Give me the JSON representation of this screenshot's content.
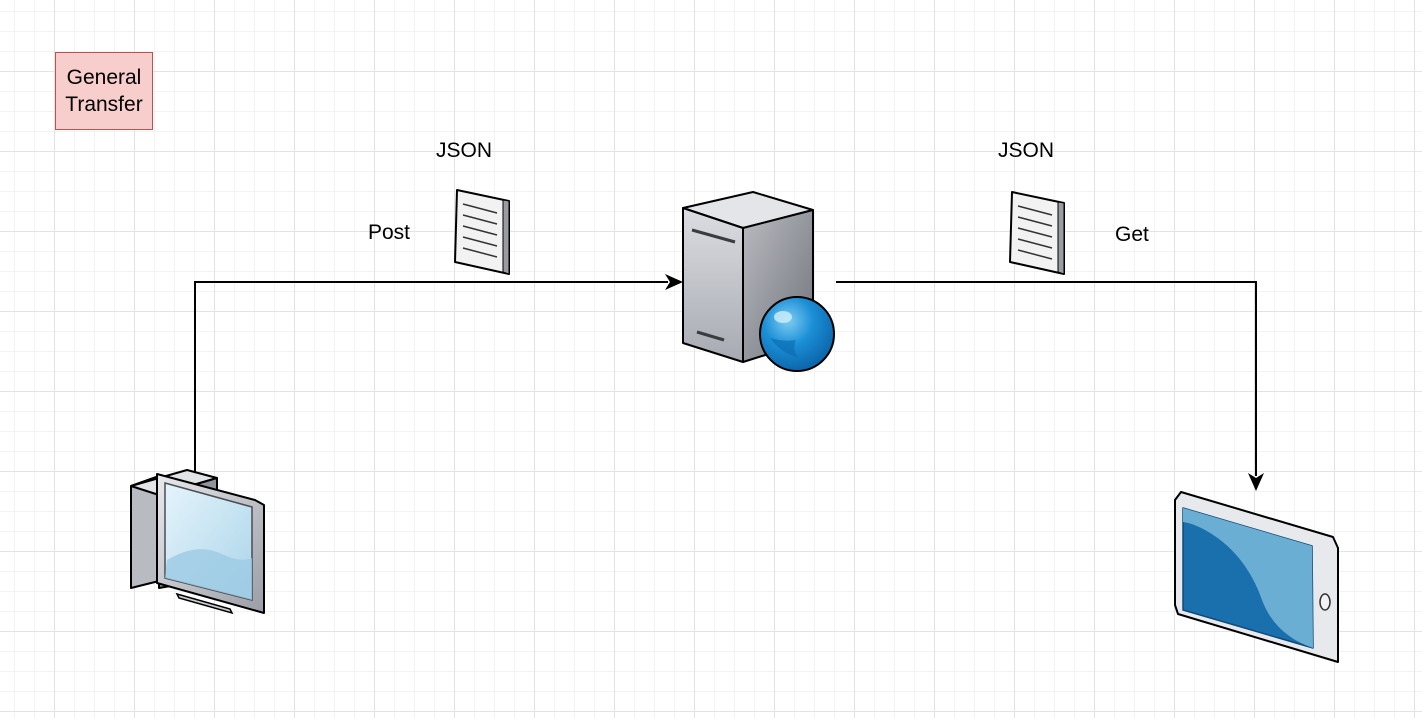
{
  "diagram": {
    "label_box": {
      "text": "General\nTransfer",
      "fill": "#f8cecc",
      "stroke": "#b85450"
    },
    "left_edge": {
      "format_label": "JSON",
      "method_label": "Post"
    },
    "right_edge": {
      "format_label": "JSON",
      "method_label": "Get"
    },
    "nodes": {
      "source": "desktop-computer-icon",
      "server": "web-server-icon",
      "target": "tablet-icon"
    },
    "document_icon": "json-document-icon"
  }
}
